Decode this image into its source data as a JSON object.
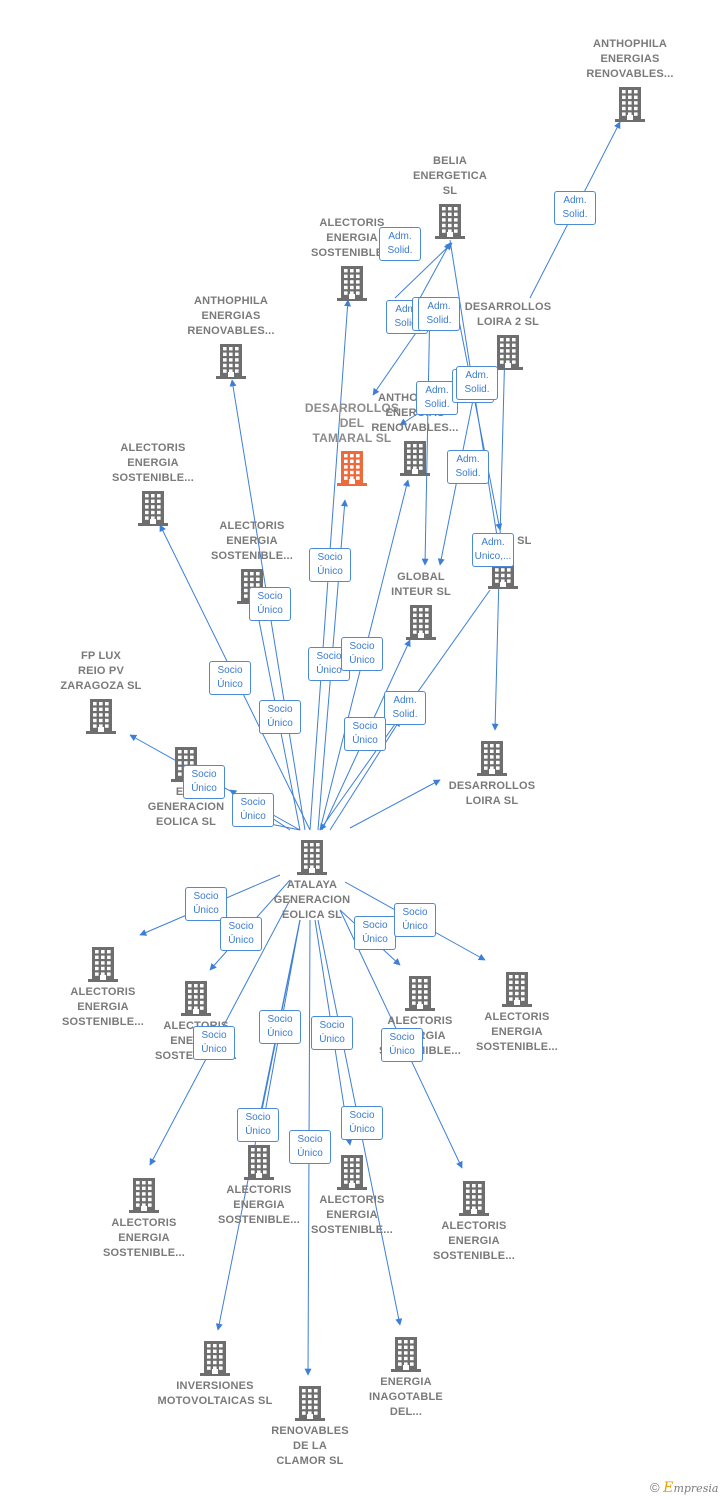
{
  "colors": {
    "edge": "#3d7fd8",
    "building": "#6e6e6e",
    "focus": "#ee6a3a"
  },
  "icon": "building-icon",
  "nodes": [
    {
      "id": "anthophila_top",
      "label": "ANTHOPHILA\nENERGIAS\nRENOVABLES..."
    },
    {
      "id": "belia",
      "label": "BELIA\nENERGETICA\nSL"
    },
    {
      "id": "alectoris_top",
      "label": "ALECTORIS\nENERGIA\nSOSTENIBLE..."
    },
    {
      "id": "desarrollos_loira2",
      "label": "DESARROLLOS\nLOIRA 2  SL"
    },
    {
      "id": "anthophila_left",
      "label": "ANTHOPHILA\nENERGIAS\nRENOVABLES..."
    },
    {
      "id": "desarrollos_tamaral",
      "label": "DESARROLLOS\nDEL\nTAMARAL  SL",
      "focus": true
    },
    {
      "id": "anthophila_mid",
      "label": "ANTHOPHILA\nENERGIAS\nRENOVABLES..."
    },
    {
      "id": "alectoris_left",
      "label": "ALECTORIS\nENERGIA\nSOSTENIBLE..."
    },
    {
      "id": "alectoris_mid",
      "label": "ALECTORIS\nENERGIA\nSOSTENIBLE..."
    },
    {
      "id": "solar_sl",
      "label": "SOLAR  SL"
    },
    {
      "id": "global_inteur",
      "label": "GLOBAL\nINTEUR  SL"
    },
    {
      "id": "fp_lux",
      "label": "FP LUX\nREIO PV\nZARAGOZA  SL"
    },
    {
      "id": "eo_generacion",
      "label": "EO-\nGENERACION\nEOLICA  SL"
    },
    {
      "id": "desarrollos_loira",
      "label": "DESARROLLOS\nLOIRA  SL"
    },
    {
      "id": "atalaya",
      "label": "ATALAYA\nGENERACION\nEOLICA  SL"
    },
    {
      "id": "alectoris_b1",
      "label": "ALECTORIS\nENERGIA\nSOSTENIBLE..."
    },
    {
      "id": "alectoris_b2",
      "label": "ALECTORIS\nENERGIA\nSOSTENIBLE..."
    },
    {
      "id": "alectoris_b3",
      "label": "ALECTORIS\nENERGIA\nSOSTENIBLE..."
    },
    {
      "id": "alectoris_b4",
      "label": "ALECTORIS\nENERGIA\nSOSTENIBLE..."
    },
    {
      "id": "alectoris_b5",
      "label": "ALECTORIS\nENERGIA\nSOSTENIBLE..."
    },
    {
      "id": "alectoris_b6",
      "label": "ALECTORIS\nENERGIA\nSOSTENIBLE..."
    },
    {
      "id": "alectoris_b7",
      "label": "ALECTORIS\nENERGIA\nSOSTENIBLE..."
    },
    {
      "id": "alectoris_b8",
      "label": "ALECTORIS\nENERGIA\nSOSTENIBLE..."
    },
    {
      "id": "inversiones",
      "label": "INVERSIONES\nMOTOVOLTAICAS SL"
    },
    {
      "id": "renovables_clamor",
      "label": "RENOVABLES\nDE LA\nCLAMOR  SL"
    },
    {
      "id": "energia_inagotable",
      "label": "ENERGIA\nINAGOTABLE\nDEL..."
    }
  ],
  "edge_labels": [
    "Adm.\nSolid.",
    "Adm.\nSolid.",
    "Adm.\nSolid.",
    "Adm.\nSolid.",
    "Adm.\nSolid.",
    "Adm.\nSolid.",
    "Adm.\nSolid.",
    "Adm.\nSolid.",
    "Adm.\nUnico,...",
    "Adm.\nSolid.",
    "Adm.\nSolid.",
    "Socio\nÚnico",
    "Socio\nÚnico",
    "Socio\nÚnico",
    "Socio\nÚnico",
    "Socio\nÚnico",
    "Socio\nÚnico",
    "Socio\nÚnico",
    "Socio\nÚnico",
    "Socio\nÚnico",
    "Socio\nÚnico",
    "Socio\nÚnico",
    "Socio\nÚnico",
    "Socio\nÚnico",
    "Socio\nÚnico",
    "Socio\nÚnico",
    "Socio\nÚnico",
    "Socio\nÚnico",
    "Socio\nÚnico",
    "Socio\nÚnico",
    "Socio\nÚnico"
  ],
  "footer": {
    "copyright": "©",
    "brand_initial": "E",
    "brand_rest": "mpresia"
  }
}
